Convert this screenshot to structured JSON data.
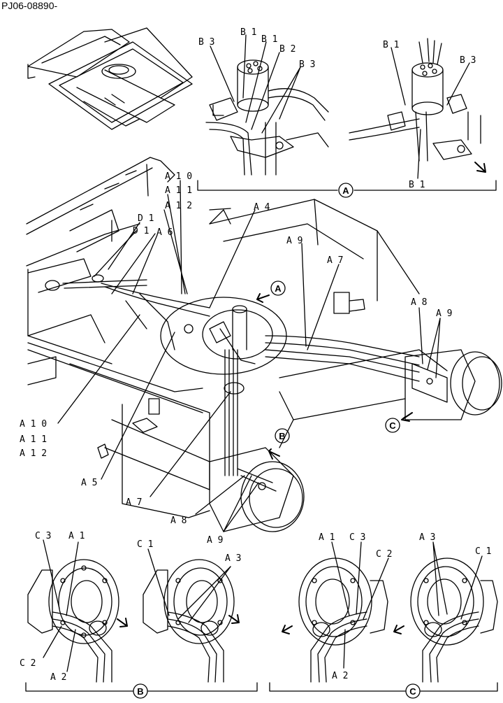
{
  "document_code": "PJ06-08890-",
  "views": {
    "A": "A",
    "B": "B",
    "C": "C"
  },
  "labels": {
    "B1": "B 1",
    "B2": "B 2",
    "B3": "B 3",
    "A1": "A 1",
    "A2": "A 2",
    "A3": "A 3",
    "A4": "A 4",
    "A5": "A 5",
    "A6": "A 6",
    "A7": "A 7",
    "A8": "A 8",
    "A9": "A 9",
    "A10": "A 1 0",
    "A11": "A 1 1",
    "A12": "A 1 2",
    "C1": "C 1",
    "C2": "C 2",
    "C3": "C 3",
    "D1": "D 1"
  }
}
